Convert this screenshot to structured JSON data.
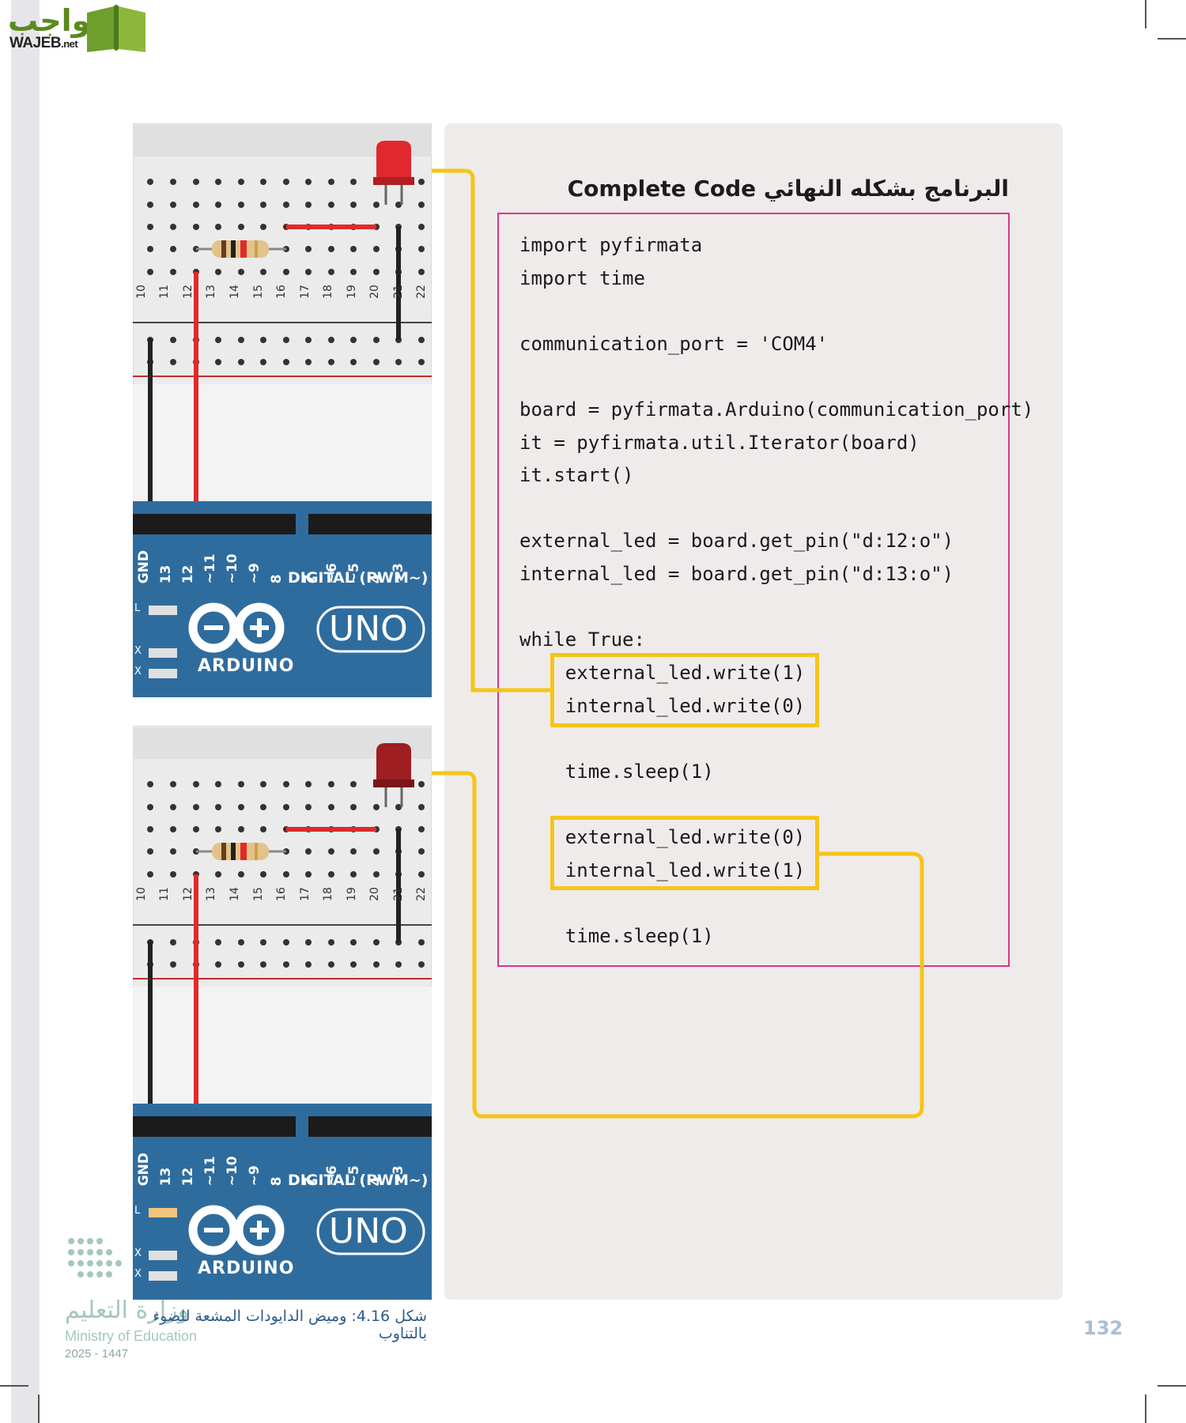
{
  "header": {
    "logo_arabic": "واجب",
    "logo_latin": "WAJEB",
    "logo_suffix": ".net"
  },
  "panel": {
    "title": "البرنامج بشكله النهائي Complete Code"
  },
  "code": {
    "lines": [
      "import pyfirmata",
      "import time",
      "communication_port = 'COM4'",
      "board = pyfirmata.Arduino(communication_port)",
      "it = pyfirmata.util.Iterator(board)",
      "it.start()",
      "external_led = board.get_pin(\"d:12:o\")",
      "internal_led = board.get_pin(\"d:13:o\")",
      "while True:",
      "    external_led.write(1)",
      "    internal_led.write(0)",
      "    time.sleep(1)",
      "    external_led.write(0)",
      "    internal_led.write(1)",
      "    time.sleep(1)"
    ]
  },
  "boards": {
    "row_labels": [
      "10",
      "11",
      "12",
      "13",
      "14",
      "15",
      "16",
      "17",
      "18",
      "19",
      "20",
      "21",
      "22"
    ],
    "pin_labels": [
      "GND",
      "13",
      "12",
      "~11",
      "~10",
      "~9",
      "8",
      "7",
      "~6",
      "~5",
      "4",
      "~3"
    ],
    "digital_label": "DIGITAL (PWM~)",
    "brand": "ARDUINO",
    "model": "UNO",
    "side_labels": [
      "L",
      "X",
      "X"
    ]
  },
  "footer": {
    "caption": "شكل 4.16: وميض الدايودات المشعة للضوء بالتناوب",
    "page_number": "132",
    "ministry_ar": "وزارة التعليم",
    "ministry_en": "Ministry of Education",
    "year": "2025 - 1447"
  },
  "colors": {
    "highlight": "#f5c518",
    "code_border": "#d6368a",
    "board_blue": "#2f6c9e",
    "led_red": "#d62a2a"
  }
}
